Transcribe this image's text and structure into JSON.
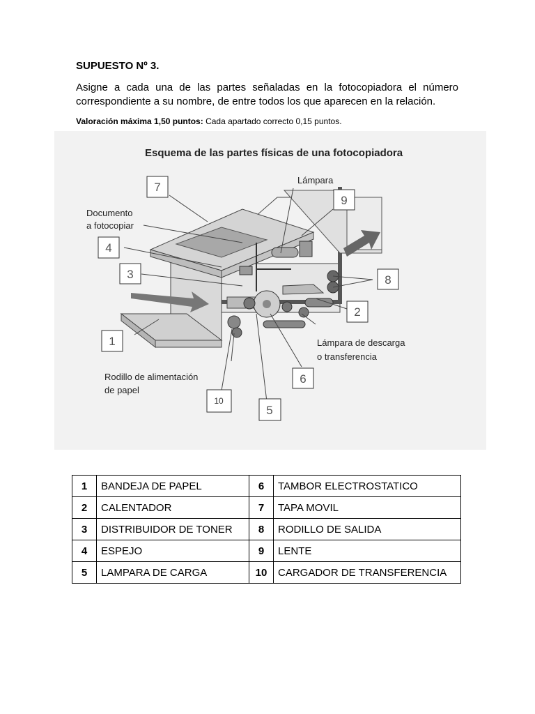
{
  "heading": "SUPUESTO Nº 3.",
  "instructions": "Asigne a cada una de las partes señaladas en la fotocopiadora el número correspondiente a su nombre, de entre todos los que aparecen en la relación.",
  "scoring": {
    "label": "Valoración máxima 1,50 puntos:",
    "text": " Cada apartado correcto 0,15 puntos."
  },
  "diagram": {
    "title": "Esquema de las partes físicas de una fotocopiadora",
    "labels": {
      "lampara": "Lámpara",
      "documento_1": "Documento",
      "documento_2": "a fotocopiar",
      "descarga_1": "Lámpara de descarga",
      "descarga_2": "o transferencia",
      "rodillo_1": "Rodillo de alimentación",
      "rodillo_2": "de papel"
    },
    "callouts": [
      "7",
      "9",
      "4",
      "3",
      "8",
      "2",
      "1",
      "6",
      "10",
      "5"
    ]
  },
  "parts_table": [
    {
      "n1": "1",
      "name1": "BANDEJA DE PAPEL",
      "n2": "6",
      "name2": "TAMBOR ELECTROSTATICO"
    },
    {
      "n1": "2",
      "name1": "CALENTADOR",
      "n2": "7",
      "name2": "TAPA MOVIL"
    },
    {
      "n1": "3",
      "name1": "DISTRIBUIDOR DE TONER",
      "n2": "8",
      "name2": "RODILLO DE SALIDA"
    },
    {
      "n1": "4",
      "name1": "ESPEJO",
      "n2": "9",
      "name2": "LENTE"
    },
    {
      "n1": "5",
      "name1": "LAMPARA DE CARGA",
      "n2": "10",
      "name2": "CARGADOR DE TRANSFERENCIA"
    }
  ]
}
